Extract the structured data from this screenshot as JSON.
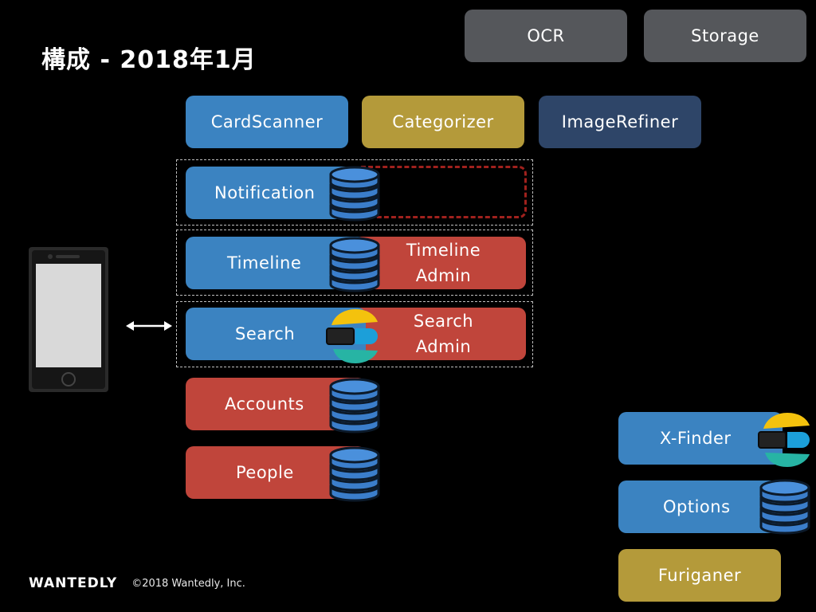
{
  "slide": {
    "title": "構成 - 2018年1月"
  },
  "top_services": {
    "ocr": "OCR",
    "storage": "Storage"
  },
  "workers": {
    "card_scanner": "CardScanner",
    "categorizer": "Categorizer",
    "image_refiner": "ImageRefiner"
  },
  "services": {
    "notification": "Notification",
    "timeline": "Timeline",
    "timeline_admin": "Timeline\nAdmin",
    "search": "Search",
    "search_admin": "Search\nAdmin",
    "accounts": "Accounts",
    "people": "People"
  },
  "side_services": {
    "x_finder": "X-Finder",
    "options": "Options",
    "furiganer": "Furiganer"
  },
  "icons": {
    "phone": "smartphone-icon",
    "arrow": "bidirectional-arrow-icon",
    "database": "database-icon",
    "elasticsearch": "elasticsearch-icon"
  },
  "colors": {
    "blue": "#3b83c1",
    "red": "#c0453b",
    "gold": "#b49a3a",
    "navy": "#2e4568",
    "gray": "#55575b"
  },
  "footer": {
    "logo": "WANTEDLY",
    "copyright": "©2018 Wantedly, Inc."
  }
}
